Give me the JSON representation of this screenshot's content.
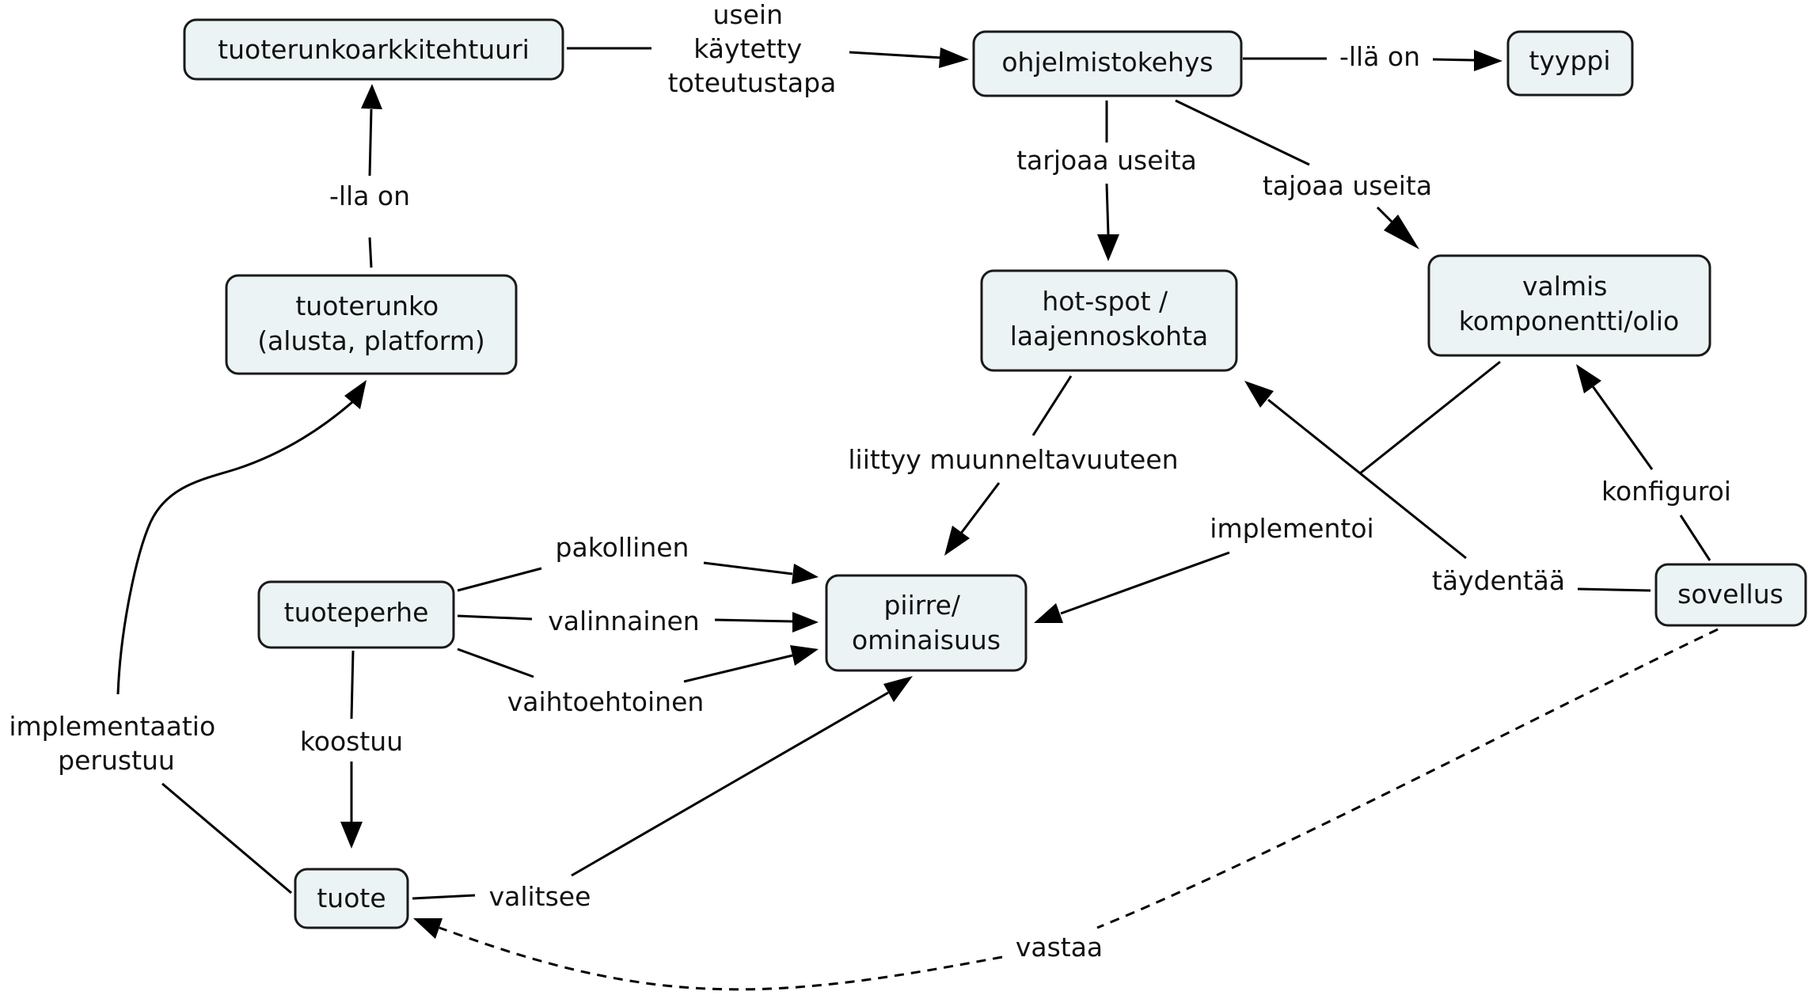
{
  "nodes": {
    "tuoterunkoarkkitehtuuri": [
      "tuoterunkoarkkitehtuuri"
    ],
    "ohjelmistokehys": [
      "ohjelmistokehys"
    ],
    "tyyppi": [
      "tyyppi"
    ],
    "tuoterunko": [
      "tuoterunko",
      "(alusta, platform)"
    ],
    "hotspot": [
      "hot-spot /",
      "laajennoskohta"
    ],
    "valmis": [
      "valmis",
      "komponentti/olio"
    ],
    "tuoteperhe": [
      "tuoteperhe"
    ],
    "piirre": [
      "piirre/",
      "ominaisuus"
    ],
    "sovellus": [
      "sovellus"
    ],
    "tuote": [
      "tuote"
    ]
  },
  "edges": {
    "usein_kaytetty": [
      "usein",
      "käytetty",
      "toteutustapa"
    ],
    "lla_on_tyyppi": [
      "-llä on"
    ],
    "lla_on": [
      "-lla on"
    ],
    "tarjoaa_useita": [
      "tarjoaa useita"
    ],
    "tajoaa_useita": [
      "tajoaa useita"
    ],
    "liittyy": [
      "liittyy muunneltavuuteen"
    ],
    "implementoi": [
      "implementoi"
    ],
    "konfiguroi": [
      "konfiguroi"
    ],
    "taydentaa": [
      "täydentää"
    ],
    "pakollinen": [
      "pakollinen"
    ],
    "valinnainen": [
      "valinnainen"
    ],
    "vaihtoehtoinen": [
      "vaihtoehtoinen"
    ],
    "koostuu": [
      "koostuu"
    ],
    "implementaatio": [
      "implementaatio",
      "perustuu"
    ],
    "valitsee": [
      "valitsee"
    ],
    "vastaa": [
      "vastaa"
    ]
  }
}
